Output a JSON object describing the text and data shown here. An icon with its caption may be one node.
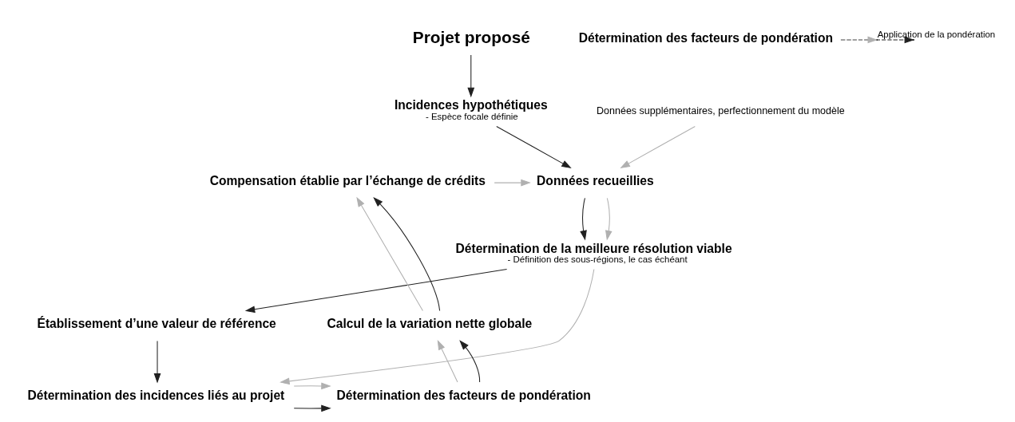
{
  "diagram": {
    "nodes": [
      {
        "text": [
          "Projet proposé"
        ]
      },
      {
        "text": [
          "Incidences hypothétiques"
        ],
        "beside": [
          "- Espèce focale définie"
        ]
      },
      {
        "text": [
          "Données recueillies"
        ]
      },
      {
        "text": [
          "Données supplémentaires, perfectionnement du modèle"
        ]
      },
      {
        "text": [
          "Compensation établie par l’échange de crédits"
        ]
      },
      {
        "text": [
          "Détermination de la meilleure résolution viable"
        ],
        "beside": [
          "- Définition des sous-régions, le cas échéant"
        ]
      },
      {
        "text": [
          "Calcul de la variation nette globale"
        ]
      },
      {
        "text": [
          "Établissement d’une valeur de référence"
        ]
      },
      {
        "text": [
          "Détermination des facteurs de pondération"
        ]
      },
      {
        "text": [
          "Détermination des incidences liés au projet"
        ]
      },
      {
        "text": [
          "Détermination des facteurs de pondération"
        ]
      }
    ],
    "edges": [
      {
        "from": 0,
        "to": 1,
        "arrow": "to"
      },
      {
        "from": 1,
        "to": 2,
        "arrow": "to"
      },
      {
        "from": 3,
        "to": 2,
        "arrow": "to",
        "color": "#b0b0b0"
      },
      {
        "from": 4,
        "to": 2,
        "arrow": "to",
        "color": "#b0b0b0"
      },
      {
        "from": 2,
        "to": 5,
        "arrow": "to"
      },
      {
        "from": 2,
        "to": 5,
        "arrow": "to",
        "color": "#b0b0b0"
      },
      {
        "from": 5,
        "to": 7,
        "arrow": "to"
      },
      {
        "from": 5,
        "to": 9,
        "arrow": "to",
        "color": "#b0b0b0"
      },
      {
        "from": 7,
        "to": 9,
        "arrow": "to"
      },
      {
        "from": 9,
        "to": 10,
        "arrow": "to"
      },
      {
        "from": 9,
        "to": 10,
        "arrow": "to",
        "color": "#b0b0b0"
      },
      {
        "from": 10,
        "to": 6,
        "arrow": "to",
        "color": "#b0b0b0"
      },
      {
        "from": 10,
        "to": 6,
        "arrow": "to"
      },
      {
        "from": 6,
        "to": 4,
        "arrow": "to",
        "color": "#b0b0b0"
      },
      {
        "from": 6,
        "to": 4,
        "arrow": "to"
      },
      {
        "from": 8,
        "to": null,
        "arrow": "to",
        "style": "dashed",
        "label": "Application de la pondération"
      },
      {
        "from": 8,
        "to": null,
        "arrow": "to",
        "style": "dashed",
        "color": "#b0b0b0"
      }
    ]
  }
}
